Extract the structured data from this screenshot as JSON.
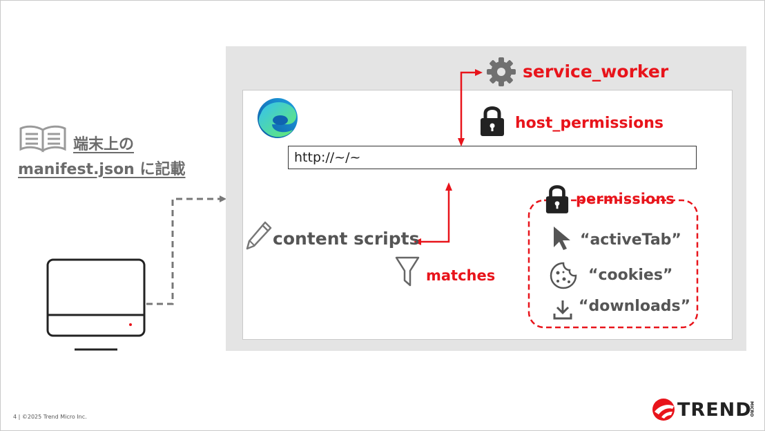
{
  "manifest": {
    "line1": "端末上の",
    "line2": "manifest.json に記載"
  },
  "browser": {
    "url": "http://~/~"
  },
  "labels": {
    "service_worker": "service_worker",
    "host_permissions": "host_permissions",
    "permissions": "permissions",
    "content_scripts": "content scripts",
    "matches": "matches"
  },
  "permission_items": [
    "“activeTab”",
    "“cookies”",
    "“downloads”"
  ],
  "footer": {
    "text": "4 | ©2025 Trend Micro Inc."
  },
  "brand": {
    "name": "TREND",
    "micro": "MICRO"
  },
  "colors": {
    "accent_red": "#e8141b",
    "panel_gray": "#e4e4e4",
    "text_gray": "#555555"
  },
  "icons": [
    "book-icon",
    "monitor-icon",
    "edge-logo-icon",
    "gear-icon",
    "lock-icon",
    "pencil-icon",
    "funnel-icon",
    "cursor-icon",
    "cookie-icon",
    "download-icon",
    "trend-logo-icon"
  ]
}
